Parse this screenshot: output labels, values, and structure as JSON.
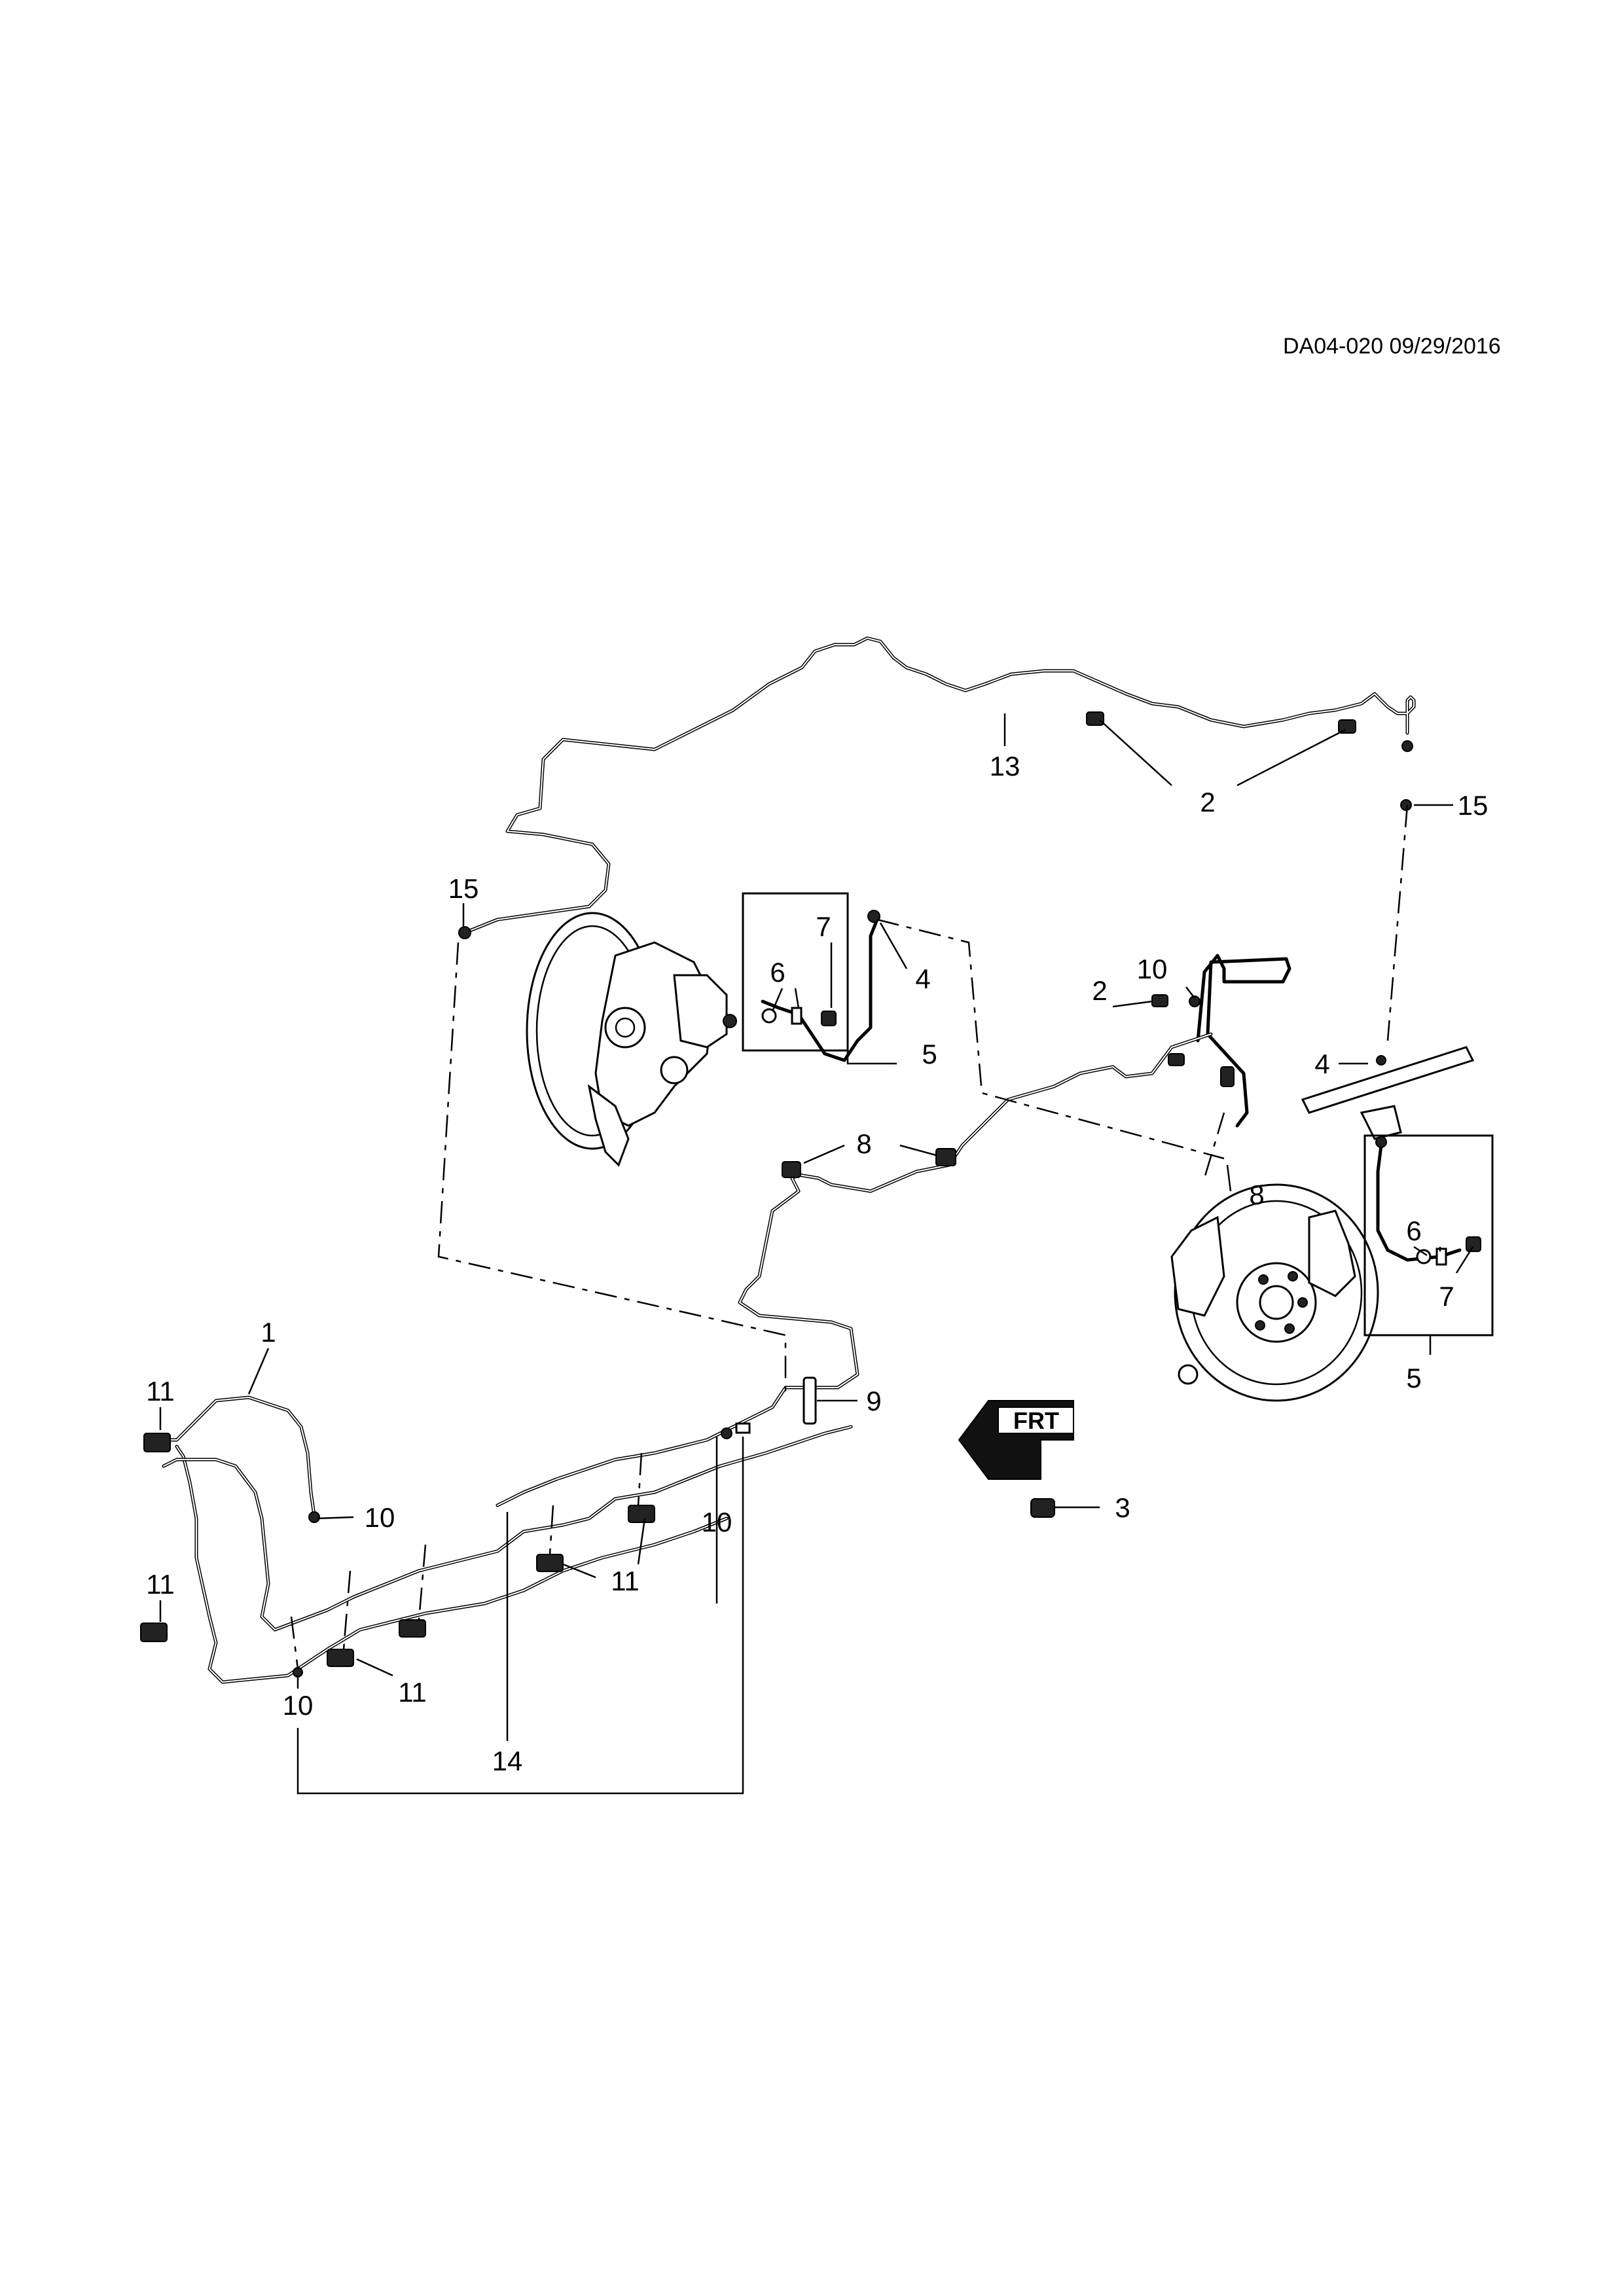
{
  "header": {
    "reference": "DA04-020 09/29/2016"
  },
  "callouts": {
    "c1": "1",
    "c2a": "2",
    "c2b": "2",
    "c3": "3",
    "c4a": "4",
    "c4b": "4",
    "c5a": "5",
    "c5b": "5",
    "c6a": "6",
    "c6b": "6",
    "c7a": "7",
    "c7b": "7",
    "c8a": "8",
    "c8b": "8",
    "c9": "9",
    "c10a": "10",
    "c10b": "10",
    "c10c": "10",
    "c10d": "10",
    "c11a": "11",
    "c11b": "11",
    "c11c": "11",
    "c11d": "11",
    "c13": "13",
    "c14": "14",
    "c15a": "15",
    "c15b": "15"
  },
  "front_indicator": {
    "label": "FRT"
  }
}
